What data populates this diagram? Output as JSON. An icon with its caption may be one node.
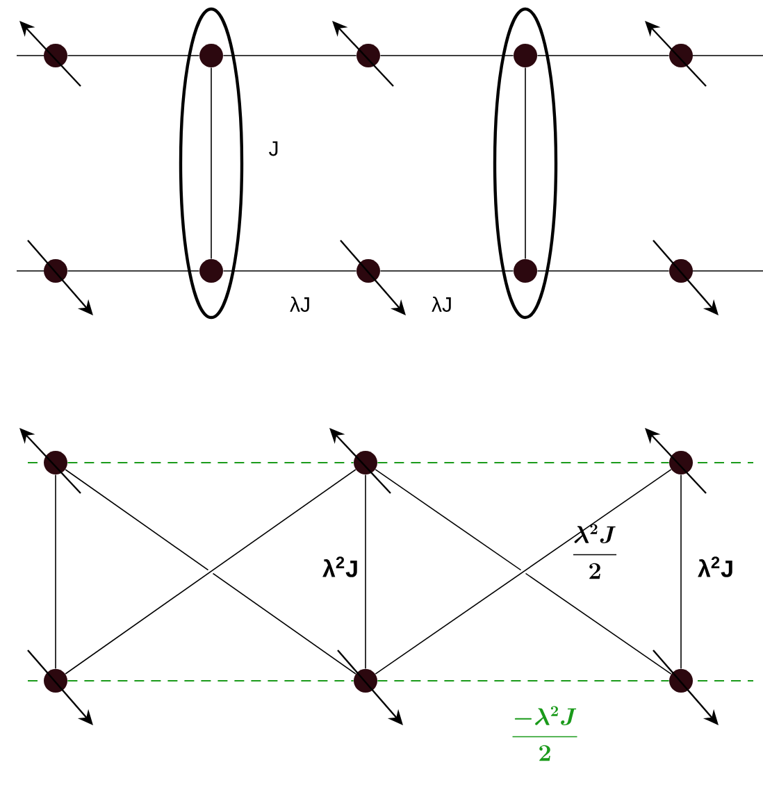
{
  "diagram": {
    "nodes": [
      {
        "text": [],
        "shape": "circle"
      },
      {
        "text": [],
        "shape": "circle"
      },
      {
        "text": [],
        "shape": "circle"
      },
      {
        "text": [],
        "shape": "circle"
      },
      {
        "text": [],
        "shape": "circle"
      },
      {
        "text": [],
        "shape": "circle"
      },
      {
        "text": [],
        "shape": "circle"
      },
      {
        "text": [],
        "shape": "circle"
      },
      {
        "text": [],
        "shape": "circle"
      },
      {
        "text": [],
        "shape": "circle"
      },
      {
        "text": [],
        "shape": "circle"
      },
      {
        "text": [],
        "shape": "circle"
      },
      {
        "text": [],
        "shape": "circle"
      },
      {
        "text": [],
        "shape": "circle"
      },
      {
        "text": [],
        "shape": "circle"
      },
      {
        "text": [],
        "shape": "circle"
      }
    ],
    "edges": [
      {
        "from": 0,
        "to": 1,
        "arrow": "none"
      },
      {
        "from": 1,
        "to": 2,
        "arrow": "none"
      },
      {
        "from": 2,
        "to": 3,
        "arrow": "none"
      },
      {
        "from": 3,
        "to": 4,
        "arrow": "none"
      },
      {
        "from": 5,
        "to": 6,
        "arrow": "none"
      },
      {
        "from": 6,
        "to": 7,
        "arrow": "none"
      },
      {
        "from": 7,
        "to": 8,
        "arrow": "none"
      },
      {
        "from": 8,
        "to": 9,
        "arrow": "none"
      },
      {
        "from": 1,
        "to": 6,
        "arrow": "none"
      },
      {
        "from": 3,
        "to": 8,
        "arrow": "none"
      },
      {
        "from": 10,
        "to": 11,
        "arrow": "none",
        "style": "dashed",
        "color": "#1a9a1a"
      },
      {
        "from": 11,
        "to": 12,
        "arrow": "none",
        "style": "dashed",
        "color": "#1a9a1a"
      },
      {
        "from": 13,
        "to": 14,
        "arrow": "none",
        "style": "dashed",
        "color": "#1a9a1a"
      },
      {
        "from": 14,
        "to": 15,
        "arrow": "none",
        "style": "dashed",
        "color": "#1a9a1a"
      },
      {
        "from": 10,
        "to": 13,
        "arrow": "none"
      },
      {
        "from": 11,
        "to": 14,
        "arrow": "none"
      },
      {
        "from": 12,
        "to": 15,
        "arrow": "none"
      },
      {
        "from": 10,
        "to": 14,
        "arrow": "none"
      },
      {
        "from": 13,
        "to": 11,
        "arrow": "none"
      },
      {
        "from": 11,
        "to": 15,
        "arrow": "none"
      },
      {
        "from": 14,
        "to": 12,
        "arrow": "none"
      }
    ],
    "labels": [
      "J",
      "λJ",
      "λJ",
      "λ$^{2}$J",
      "\\frac{\\lambda^{2}J}{2}",
      "λ$^{2}$J",
      "\\frac{-\\lambda^{2}J}{2}"
    ]
  }
}
